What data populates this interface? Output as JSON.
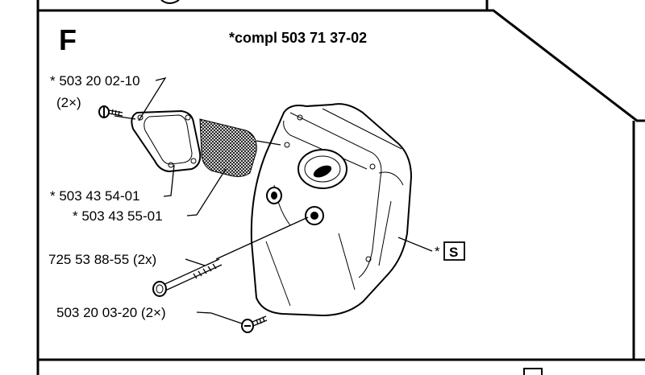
{
  "section_letter": "F",
  "assembly_title": "*compl 503 71 37-02",
  "labels": {
    "screw_top": "* 503 20 02-10",
    "screw_top_qty": "(2×)",
    "gasket": "* 503 43 54-01",
    "screen": "* 503 43 55-01",
    "bolt": "725 53 88-55 (2x)",
    "screw_bottom": "503 20 03-20 (2×)",
    "muffler_prefix": "*",
    "muffler_box": "S"
  },
  "colors": {
    "line": "#000000",
    "background": "#ffffff"
  }
}
